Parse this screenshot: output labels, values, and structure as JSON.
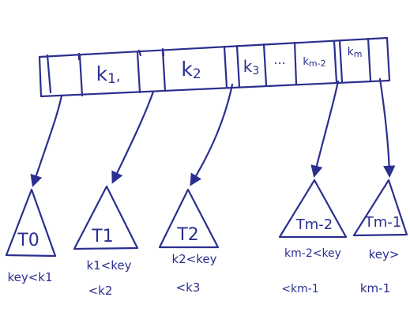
{
  "node": {
    "keys": [
      "k1",
      "k2",
      "k3",
      "...",
      "km-2",
      "km"
    ]
  },
  "subtrees": [
    {
      "name": "T0",
      "line1": "key<k1",
      "line2": ""
    },
    {
      "name": "T1",
      "line1": "k1<key",
      "line2": "<k2"
    },
    {
      "name": "T2",
      "line1": "k2<key",
      "line2": "<k3"
    },
    {
      "name": "Tm-2",
      "line1": "km-2<key",
      "line2": "<km-1"
    },
    {
      "name": "Tm-1",
      "line1": "key>",
      "line2": "km-1"
    }
  ],
  "colors": {
    "ink": "#2b2f8f",
    "paper": "#ffffff"
  }
}
